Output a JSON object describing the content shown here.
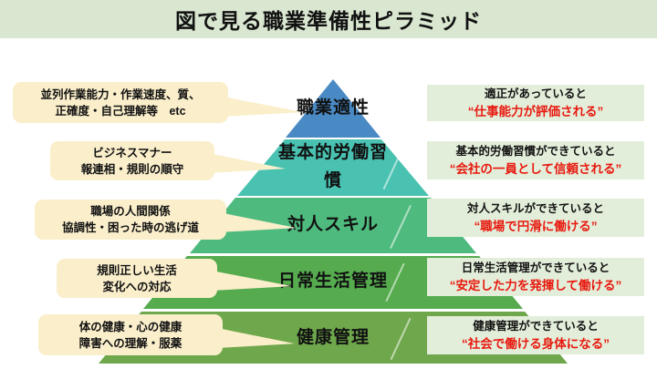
{
  "title": "図で見る職業準備性ピラミッド",
  "colors": {
    "header_bg": "#d9e6d0",
    "bubble_bg": "#faeecb",
    "note_bg": "#e3eeda",
    "emphasis_red": "#e8190f",
    "level_1": "#4a8ac4",
    "level_2": "#49c2b1",
    "level_3": "#4eba7d",
    "level_4": "#55ab4e",
    "level_5": "#6fa84c"
  },
  "pyramid": {
    "levels": [
      {
        "label": "職業適性"
      },
      {
        "label": "基本的労働習\n慣"
      },
      {
        "label": "対人スキル"
      },
      {
        "label": "日常生活管理"
      },
      {
        "label": "健康管理"
      }
    ]
  },
  "left_notes": [
    {
      "text": "並列作業能力・作業速度、質、\n正確度・自己理解等　etc"
    },
    {
      "text": "ビジネスマナー\n報連相・規則の順守"
    },
    {
      "text": "職場の人間関係\n協調性・困った時の逃げ道"
    },
    {
      "text": "規則正しい生活\n変化への対応"
    },
    {
      "text": "体の健康・心の健康\n障害への理解・服薬"
    }
  ],
  "right_notes": [
    {
      "condition": "適正があっていると",
      "result": "“仕事能力が評価される”"
    },
    {
      "condition": "基本的労働習慣ができていると",
      "result": "“会社の一員として信頼される”"
    },
    {
      "condition": "対人スキルができていると",
      "result": "“職場で円滑に働ける”"
    },
    {
      "condition": "日常生活管理ができていると",
      "result": "“安定した力を発揮して働ける”"
    },
    {
      "condition": "健康管理ができていると",
      "result": "“社会で働ける身体になる”"
    }
  ]
}
